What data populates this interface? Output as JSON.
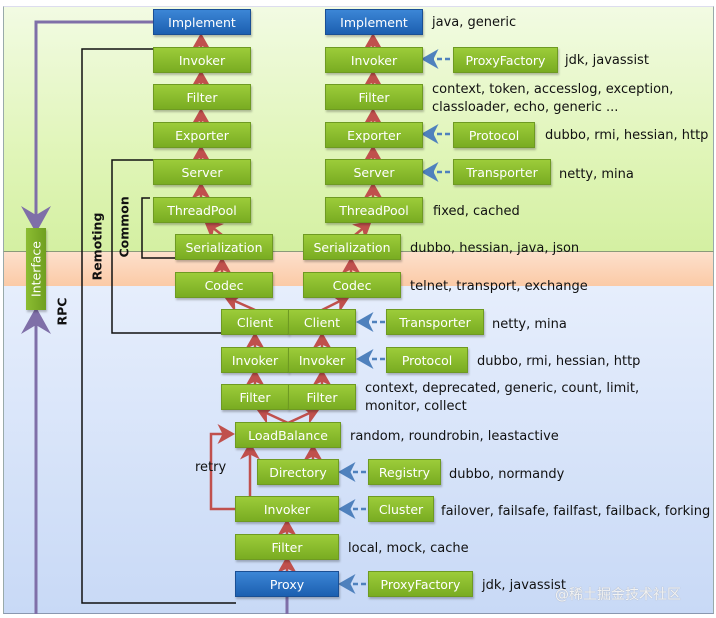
{
  "diagram": {
    "title": "Dubbo framework layered architecture",
    "colors": {
      "component": "#8cbd32",
      "endpoint": "#2a72c4",
      "call_arrow": "#c0504d",
      "extension_arrow": "#4f81bd",
      "interface_line": "#7f6fa8"
    },
    "bands": [
      {
        "name": "server-zone",
        "color": "#e0f5b8"
      },
      {
        "name": "transport-zone",
        "color": "#fbcaa6"
      },
      {
        "name": "client-zone",
        "color": "#d5e3f8"
      }
    ],
    "side_labels": {
      "interface": "Interface",
      "remoting": "Remoting",
      "common": "Common",
      "rpc": "RPC",
      "retry": "retry"
    },
    "provider_stack": [
      "Implement",
      "Invoker",
      "Filter",
      "Exporter",
      "Server",
      "ThreadPool",
      "Serialization",
      "Codec"
    ],
    "provider_stack_2": [
      "Implement",
      "Invoker",
      "Filter",
      "Exporter",
      "Server",
      "ThreadPool",
      "Serialization",
      "Codec"
    ],
    "consumer_pairs": [
      [
        "Client",
        "Client"
      ],
      [
        "Invoker",
        "Invoker"
      ],
      [
        "Filter",
        "Filter"
      ]
    ],
    "consumer_stack": [
      "LoadBalance",
      "Directory",
      "Invoker",
      "Filter",
      "Proxy"
    ],
    "extensions": {
      "server_proxyfactory": "ProxyFactory",
      "server_protocol": "Protocol",
      "server_transporter": "Transporter",
      "client_transporter": "Transporter",
      "client_protocol": "Protocol",
      "registry": "Registry",
      "cluster": "Cluster",
      "client_proxyfactory": "ProxyFactory"
    },
    "notes": {
      "implement": "java, generic",
      "proxyfactory_server": "jdk, javassist",
      "filter_server_1": "context, token,  accesslog, exception,",
      "filter_server_2": "classloader, echo, generic ...",
      "protocol_server": "dubbo, rmi, hessian, http",
      "transporter_server": "netty, mina",
      "threadpool": "fixed, cached",
      "serialization": "dubbo, hessian, java, json",
      "codec": "telnet, transport, exchange",
      "transporter_client": "netty, mina",
      "protocol_client": "dubbo, rmi, hessian, http",
      "filter_client_1": "context, deprecated, generic, count, limit,",
      "filter_client_2": "monitor, collect",
      "loadbalance": "random, roundrobin, leastactive",
      "registry": "dubbo, normandy",
      "cluster": "failover, failsafe, failfast, failback, forking",
      "filter_proxy": "local, mock, cache",
      "proxyfactory_client": "jdk, javassist"
    },
    "watermark": "@稀土掘金技术社区"
  }
}
